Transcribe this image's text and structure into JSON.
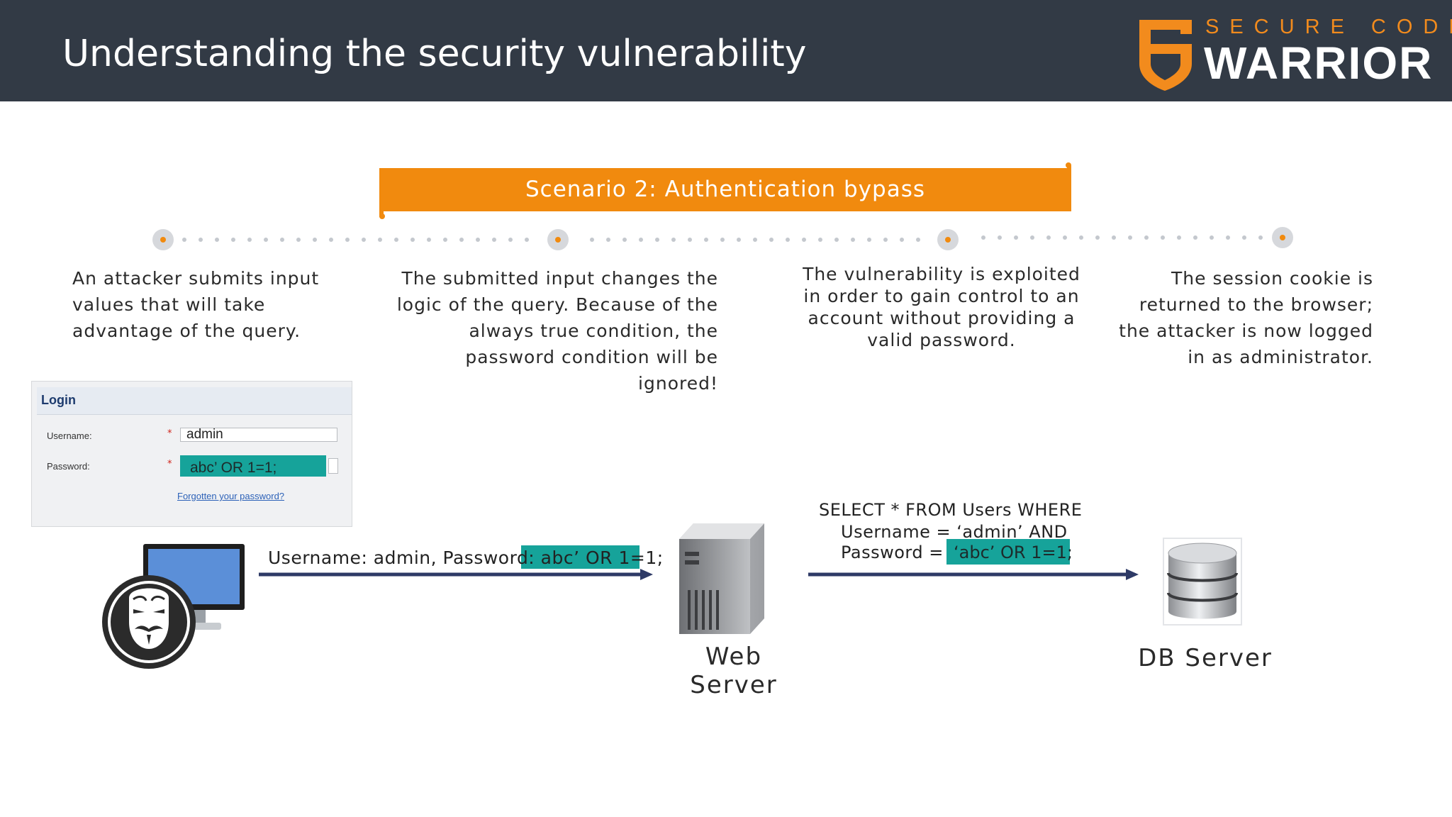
{
  "header": {
    "title": "Understanding the security vulnerability",
    "logo_top": "SECURE CODE",
    "logo_bottom": "WARRIOR"
  },
  "banner": {
    "label": "Scenario 2: Authentication bypass"
  },
  "steps": [
    {
      "text": "An attacker submits input values that will take advantage of the query."
    },
    {
      "text": "The submitted input changes the logic of the query. Because of the always true condition, the password condition will be ignored!"
    },
    {
      "text": "The vulnerability is exploited in order to gain control to an account without providing a valid password."
    },
    {
      "text": "The session cookie is returned to the browser; the attacker is now logged in as administrator."
    }
  ],
  "login": {
    "title": "Login",
    "username_label": "Username:",
    "password_label": "Password:",
    "required_mark": "*",
    "username_value": "admin",
    "password_value": "abc’ OR 1=1;",
    "forgot_link": "Forgotten your password?"
  },
  "request": {
    "label": "Username: admin, Password: abc’ OR 1=1;"
  },
  "web_server": {
    "line1": "Web",
    "line2": "Server"
  },
  "query": {
    "line1": "SELECT * FROM Users WHERE",
    "line2": "Username = ‘admin’ AND",
    "line3": "Password  =",
    "highlight": "‘abc’ OR 1=1;"
  },
  "db_server": {
    "label": "DB Server"
  },
  "colors": {
    "header_bg": "#323a45",
    "accent_orange": "#f18a0e",
    "highlight_teal": "#16a39a",
    "arrow_navy": "#2e3a66"
  }
}
